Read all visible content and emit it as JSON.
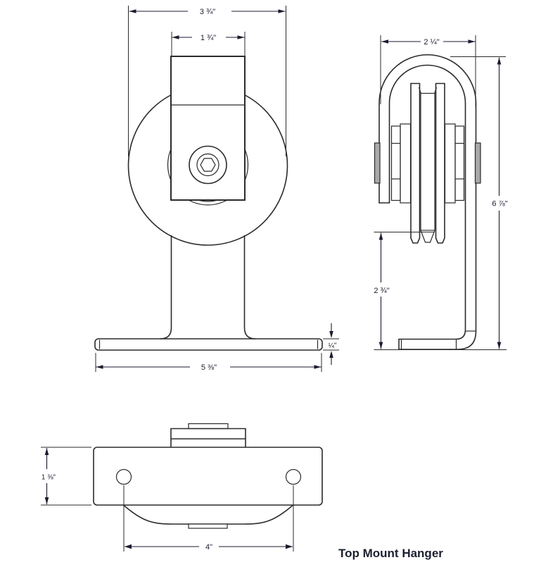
{
  "caption": "Top Mount Hanger",
  "views": {
    "front": {
      "name": "front-view",
      "dims": {
        "wheel_diameter": "3 ¾\"",
        "bracket_width": "1 ¾\"",
        "base_width": "5 ⅜\"",
        "base_thickness": "¼\""
      }
    },
    "side": {
      "name": "side-view",
      "dims": {
        "overall_width": "2 ¼\"",
        "overall_height": "6 ⅞\"",
        "clearance": "2 ¾\""
      }
    },
    "bottom": {
      "name": "bottom-view",
      "dims": {
        "plate_depth": "1 ⅜\"",
        "hole_spacing": "4\""
      }
    }
  },
  "colors": {
    "line": "#2b2b2b",
    "dimension": "#1b1b2f",
    "axle_cap_fill": "#a9a9a9",
    "background": "#ffffff"
  }
}
